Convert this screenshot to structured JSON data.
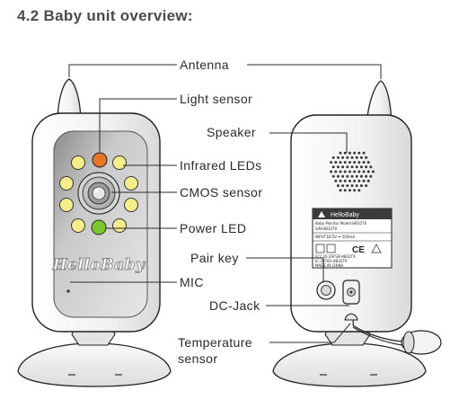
{
  "heading": "4.2 Baby unit overview:",
  "callouts": {
    "antenna": "Antenna",
    "light_sensor": "Light sensor",
    "speaker": "Speaker",
    "infrared_leds": "Infrared LEDs",
    "cmos_sensor": "CMOS sensor",
    "power_led": "Power LED",
    "pair_key": "Pair key",
    "mic": "MIC",
    "dc_jack": "DC-Jack",
    "temperature_sensor_line1": "Temperature",
    "temperature_sensor_line2": "sensor"
  },
  "front_logo": "HelloBaby",
  "rating_label": {
    "brand": "HelloBaby",
    "model_line": "Baby Monitor Model:HB32TX",
    "serial_line": "S/N:HB32TX",
    "input_line": "INPUT:DC5V ⎓ 500mA",
    "fcc_line": "FCC ID:2AFS4-HB32TX",
    "ic_line": "IC:20785-HB32TX",
    "origin_line": "MADE IN CHINA",
    "ce_mark": "CE"
  },
  "colors": {
    "light_sensor": "#e8742a",
    "infrared_led": "#f4ee8a",
    "power_led": "#7ec62e",
    "heading_text": "#4a4a4a"
  }
}
